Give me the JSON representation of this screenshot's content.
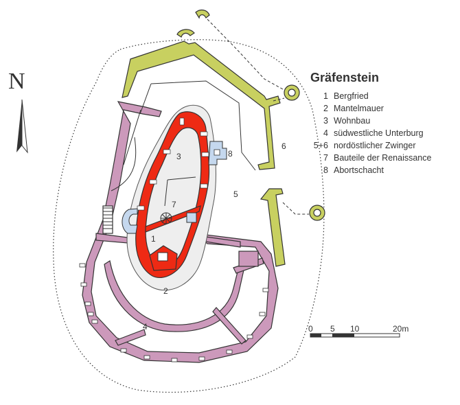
{
  "title": "Gräfenstein",
  "north_label": "N",
  "legend": [
    {
      "num": "1",
      "text": "Bergfried"
    },
    {
      "num": "2",
      "text": "Mantelmauer"
    },
    {
      "num": "3",
      "text": "Wohnbau"
    },
    {
      "num": "4",
      "text": "südwestliche Unterburg"
    },
    {
      "num": "5+6",
      "text": "nordöstlicher Zwinger"
    },
    {
      "num": "7",
      "text": "Bauteile der Renaissance"
    },
    {
      "num": "8",
      "text": "Abortschacht"
    }
  ],
  "plan_labels": {
    "l1": "1",
    "l2": "2",
    "l3": "3",
    "l4": "4",
    "l5": "5",
    "l6": "6",
    "l7": "7",
    "l8": "8"
  },
  "scale": {
    "t0": "0",
    "t5": "5",
    "t10": "10",
    "t20": "20m"
  },
  "colors": {
    "outer_wall": "#cc99bb",
    "zwinger_wall": "#c8d060",
    "inner_castle": "#ee2a14",
    "renaissance": "#c5d8ee",
    "line": "#333333"
  }
}
